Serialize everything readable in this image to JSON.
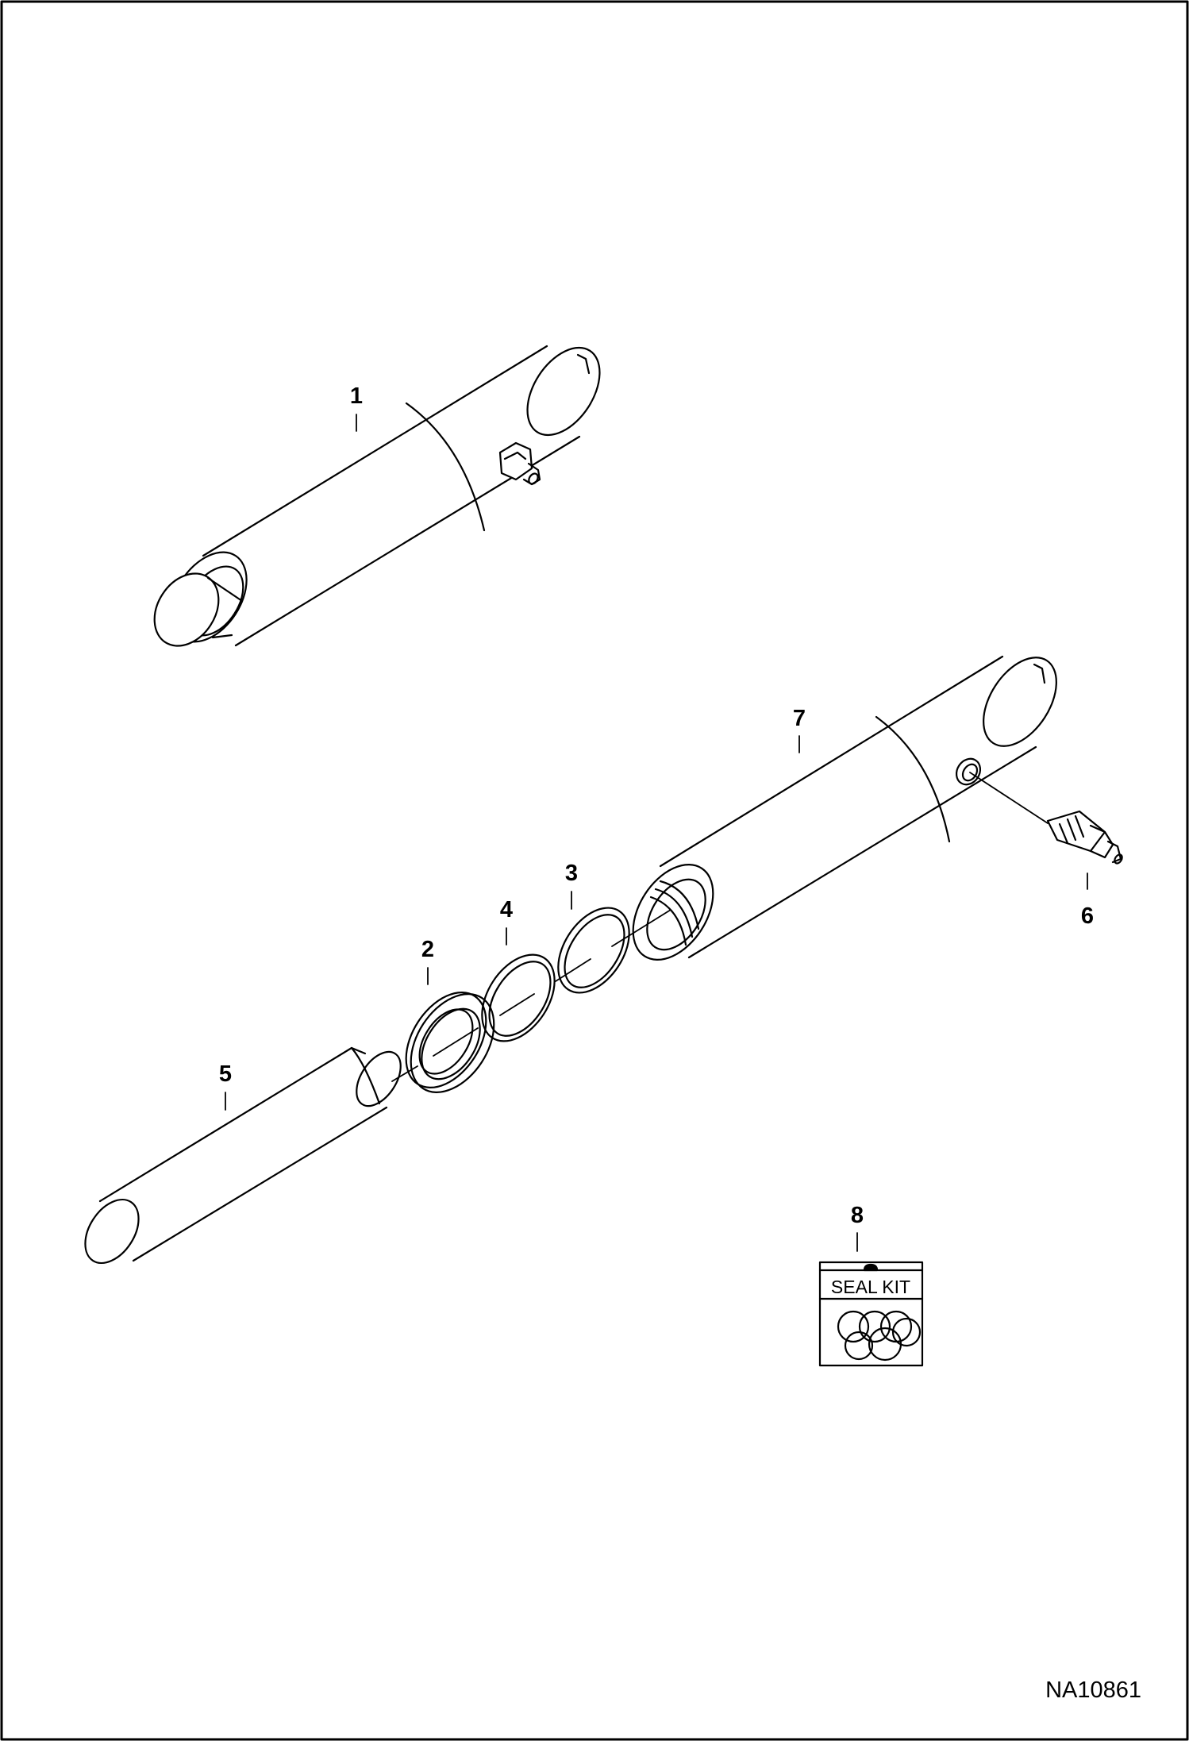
{
  "callouts": {
    "part_1": "1",
    "part_2": "2",
    "part_3": "3",
    "part_4": "4",
    "part_5": "5",
    "part_6": "6",
    "part_7": "7",
    "part_8": "8"
  },
  "seal_kit": {
    "label": "SEAL KIT"
  },
  "drawing_id": "NA10861",
  "colors": {
    "line": "#000000",
    "background": "#ffffff"
  }
}
